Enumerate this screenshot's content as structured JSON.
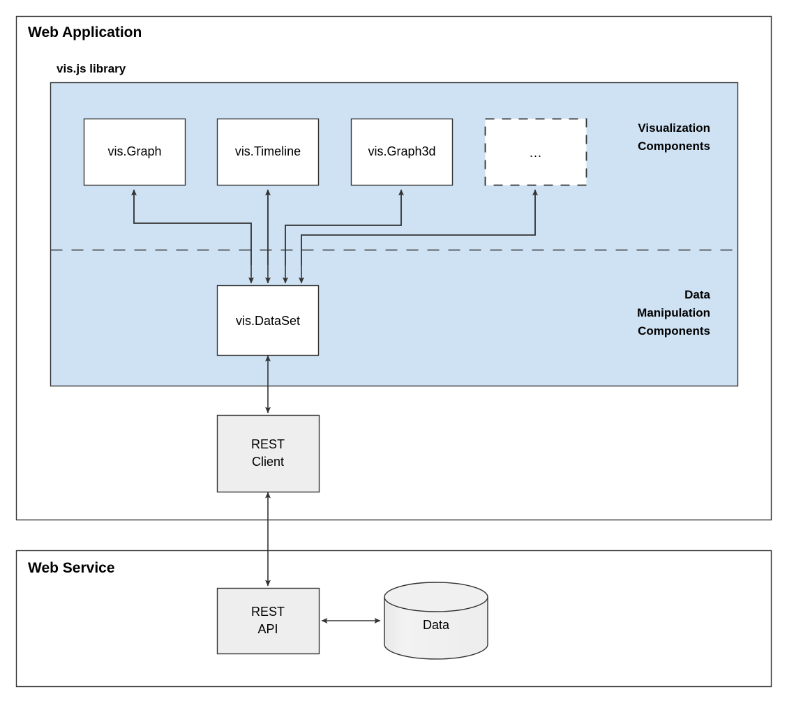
{
  "diagram": {
    "type": "architecture-block-diagram",
    "background": "#ffffff",
    "colors": {
      "panel_fill": "#cfe2f3",
      "panel_stroke": "#333333",
      "frame_stroke": "#333333",
      "node_fill_white": "#ffffff",
      "node_fill_gray": "#eeeeee",
      "node_stroke": "#333333",
      "arrow_stroke": "#333333",
      "text": "#000000"
    },
    "frames": [
      {
        "id": "web-application",
        "title": "Web Application"
      },
      {
        "id": "web-service",
        "title": "Web Service"
      }
    ],
    "panel": {
      "id": "vis-js-library",
      "title": "vis.js library",
      "side_labels": [
        {
          "id": "visualization-components",
          "lines": [
            "Visualization",
            "Components"
          ]
        },
        {
          "id": "data-manipulation-components",
          "lines": [
            "Data",
            "Manipulation",
            "Components"
          ]
        }
      ],
      "divider": "dashed"
    },
    "nodes": [
      {
        "id": "vis-graph",
        "label": "vis.Graph",
        "lines": [
          "vis.Graph"
        ],
        "border": "solid",
        "fill": "white"
      },
      {
        "id": "vis-timeline",
        "label": "vis.Timeline",
        "lines": [
          "vis.Timeline"
        ],
        "border": "solid",
        "fill": "white"
      },
      {
        "id": "vis-graph3d",
        "label": "vis.Graph3d",
        "lines": [
          "vis.Graph3d"
        ],
        "border": "solid",
        "fill": "white"
      },
      {
        "id": "more",
        "label": "...",
        "lines": [
          "..."
        ],
        "border": "dashed",
        "fill": "white"
      },
      {
        "id": "vis-dataset",
        "label": "vis.DataSet",
        "lines": [
          "vis.DataSet"
        ],
        "border": "solid",
        "fill": "white"
      },
      {
        "id": "rest-client",
        "label": "REST Client",
        "lines": [
          "REST",
          "Client"
        ],
        "border": "solid",
        "fill": "gray"
      },
      {
        "id": "rest-api",
        "label": "REST API",
        "lines": [
          "REST",
          "API"
        ],
        "border": "solid",
        "fill": "gray"
      },
      {
        "id": "data-store",
        "label": "Data",
        "lines": [
          "Data"
        ],
        "border": "solid",
        "fill": "gray",
        "shape": "cylinder"
      }
    ],
    "edges": [
      {
        "id": "dataset-to-graph",
        "from": "vis-dataset",
        "to": "vis-graph",
        "direction": "one-way"
      },
      {
        "id": "dataset-to-timeline",
        "from": "vis-dataset",
        "to": "vis-timeline",
        "direction": "one-way"
      },
      {
        "id": "dataset-to-graph3d",
        "from": "vis-dataset",
        "to": "vis-graph3d",
        "direction": "one-way"
      },
      {
        "id": "dataset-to-more",
        "from": "vis-dataset",
        "to": "more",
        "direction": "one-way"
      },
      {
        "id": "graph-to-dataset",
        "from": "vis-graph",
        "to": "vis-dataset",
        "direction": "one-way"
      },
      {
        "id": "timeline-to-dataset",
        "from": "vis-timeline",
        "to": "vis-dataset",
        "direction": "one-way"
      },
      {
        "id": "graph3d-to-dataset",
        "from": "vis-graph3d",
        "to": "vis-dataset",
        "direction": "one-way"
      },
      {
        "id": "more-to-dataset",
        "from": "more",
        "to": "vis-dataset",
        "direction": "one-way"
      },
      {
        "id": "dataset-rest-client",
        "from": "vis-dataset",
        "to": "rest-client",
        "direction": "two-way"
      },
      {
        "id": "rest-client-rest-api",
        "from": "rest-client",
        "to": "rest-api",
        "direction": "two-way"
      },
      {
        "id": "rest-api-data",
        "from": "rest-api",
        "to": "data-store",
        "direction": "two-way"
      }
    ]
  }
}
